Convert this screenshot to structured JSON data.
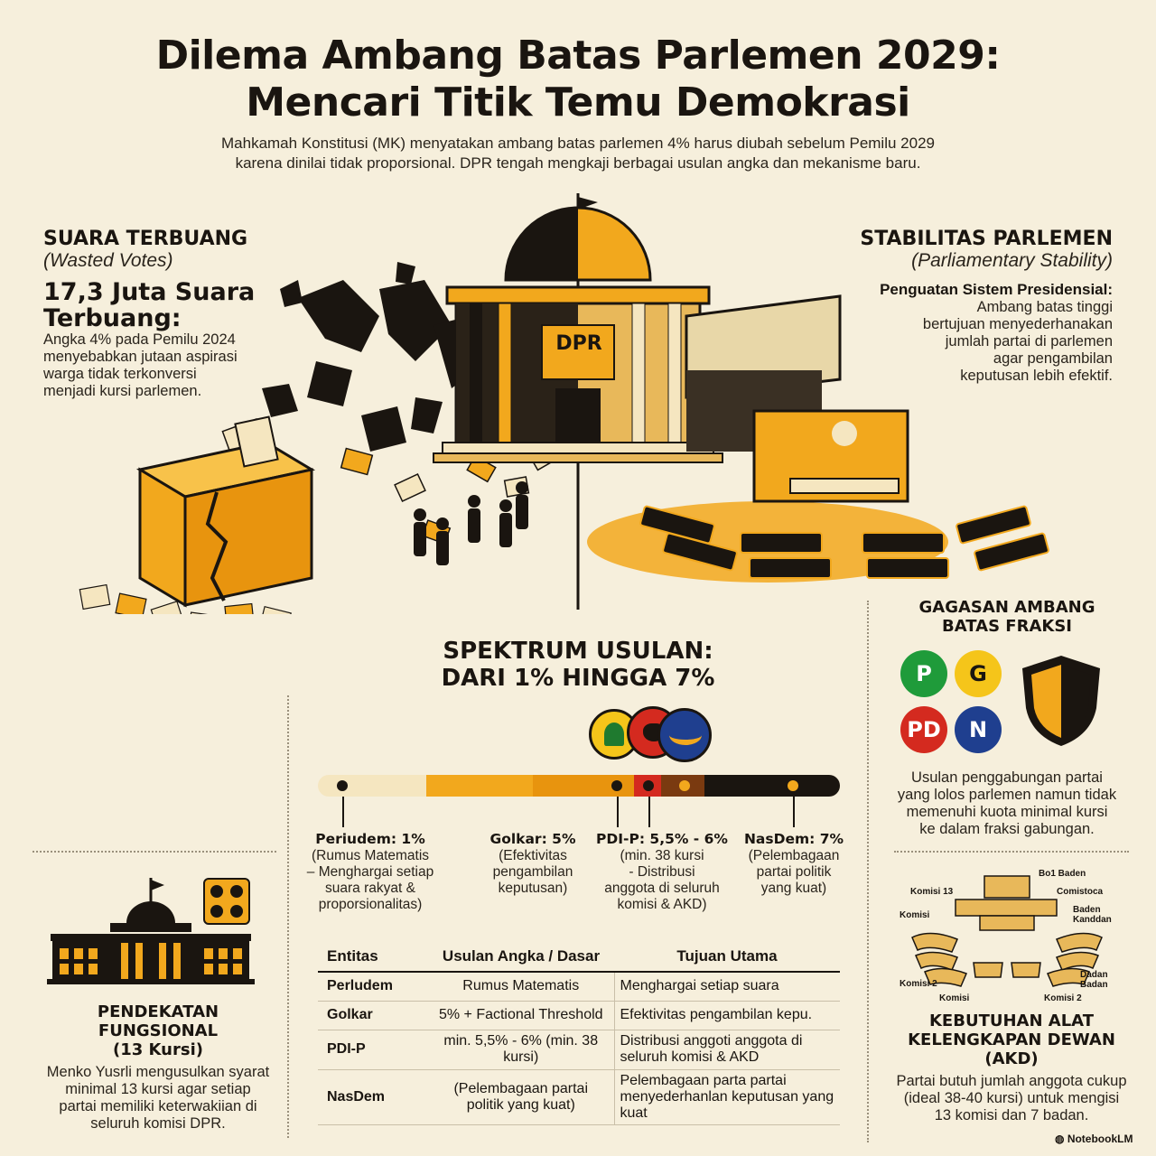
{
  "title": {
    "line1": "Dilema Ambang Batas Parlemen 2029:",
    "line2": "Mencari Titik Temu Demokrasi"
  },
  "subtitle": {
    "line1": "Mahkamah Konstitusi (MK) menyatakan ambang batas parlemen 4% harus diubah sebelum Pemilu 2029",
    "line2": "karena dinilai tidak proporsional. DPR tengah mengkaji berbagai usulan angka dan mekanisme baru."
  },
  "wasted": {
    "heading": "SUARA TERBUANG",
    "subheading": "(Wasted Votes)",
    "stat_line1": "17,3 Juta Suara",
    "stat_line2": "Terbuang:",
    "body": [
      "Angka 4% pada Pemilu 2024",
      "menyebabkan jutaan aspirasi",
      "warga tidak terkonversi",
      "menjadi kursi parlemen."
    ]
  },
  "stability": {
    "heading": "STABILITAS PARLEMEN",
    "subheading": "(Parliamentary Stability)",
    "lead": "Penguatan Sistem Presidensial:",
    "body": [
      "Ambang batas tinggi",
      "bertujuan menyederhanakan",
      "jumlah partai di parlemen",
      "agar pengambilan",
      "keputusan lebih efektif."
    ]
  },
  "building_label": "DPR",
  "spectrum": {
    "heading_line1": "SPEKTRUM USULAN:",
    "heading_line2": "DARI 1% HINGGA 7%",
    "labels": [
      {
        "name": "Periudem: 1%",
        "lines": [
          "(Rumus Matematis",
          "– Menghargai setiap",
          "suara rakyat &",
          "proporsionalitas)"
        ]
      },
      {
        "name": "Golkar: 5%",
        "lines": [
          "(Efektivitas",
          "pengambilan",
          "keputusan)"
        ]
      },
      {
        "name": "PDI-P: 5,5% - 6%",
        "lines": [
          "(min. 38 kursi",
          "- Distribusi",
          "anggota di seluruh",
          "komisi & AKD)"
        ]
      },
      {
        "name": "NasDem: 7%",
        "lines": [
          "(Pelembagaan",
          "partai politik",
          "yang kuat)"
        ]
      }
    ]
  },
  "fraksi": {
    "heading_line1": "GAGASAN AMBANG",
    "heading_line2": "BATAS FRAKSI",
    "parties": [
      "P",
      "G",
      "PD",
      "N"
    ],
    "body": [
      "Usulan penggabungan partai",
      "yang lolos parlemen namun tidak",
      "memenuhi kuota minimal kursi",
      "ke dalam fraksi gabungan."
    ]
  },
  "fungsional": {
    "heading_line1": "PENDEKATAN",
    "heading_line2": "FUNGSIONAL",
    "heading_line3": "(13 Kursi)",
    "body": [
      "Menko Yusrli mengusulkan syarat",
      "minimal 13 kursi agar setiap",
      "partai memiliki keterwakiian di",
      "seluruh komisi DPR."
    ]
  },
  "akd": {
    "diagram_labels": [
      "Bo1 Baden",
      "Komisi 13",
      "Comistoca",
      "Komisi",
      "Baden Kanddan",
      "Dadan Badan",
      "Komisi 2",
      "Komisi",
      "Komisi 2"
    ],
    "heading_line1": "KEBUTUHAN ALAT",
    "heading_line2": "KELENGKAPAN DEWAN",
    "heading_line3": "(AKD)",
    "body": [
      "Partai butuh jumlah anggota cukup",
      "(ideal 38-40 kursi) untuk mengisi",
      "13 komisi dan 7 badan."
    ]
  },
  "table": {
    "headers": [
      "Entitas",
      "Usulan Angka / Dasar",
      "Tujuan Utama"
    ],
    "rows": [
      {
        "entity": "Perludem",
        "usulan": "Rumus Matematis",
        "tujuan": "Menghargai setiap suara"
      },
      {
        "entity": "Golkar",
        "usulan": "5% + Factional Threshold",
        "tujuan": "Efektivitas pengambilan kepu."
      },
      {
        "entity": "PDI-P",
        "usulan": "min. 5,5% - 6% (min. 38 kursi)",
        "tujuan": "Distribusi anggoti anggota di seluruh komisi & AKD"
      },
      {
        "entity": "NasDem",
        "usulan": "(Pelembagaan partai politik yang kuat)",
        "tujuan": "Pelembagaan parta partai menyederhanlan keputusan yang kuat"
      }
    ]
  },
  "watermark": "NotebookLM",
  "colors": {
    "accent": "#f2a81d",
    "dark": "#1a1510",
    "background": "#f6efdc",
    "pd_red": "#d42a1f",
    "nasdem_blue": "#1f3f8f",
    "golkar_yellow": "#f5c51a",
    "ppp_green": "#1f9b3a"
  }
}
